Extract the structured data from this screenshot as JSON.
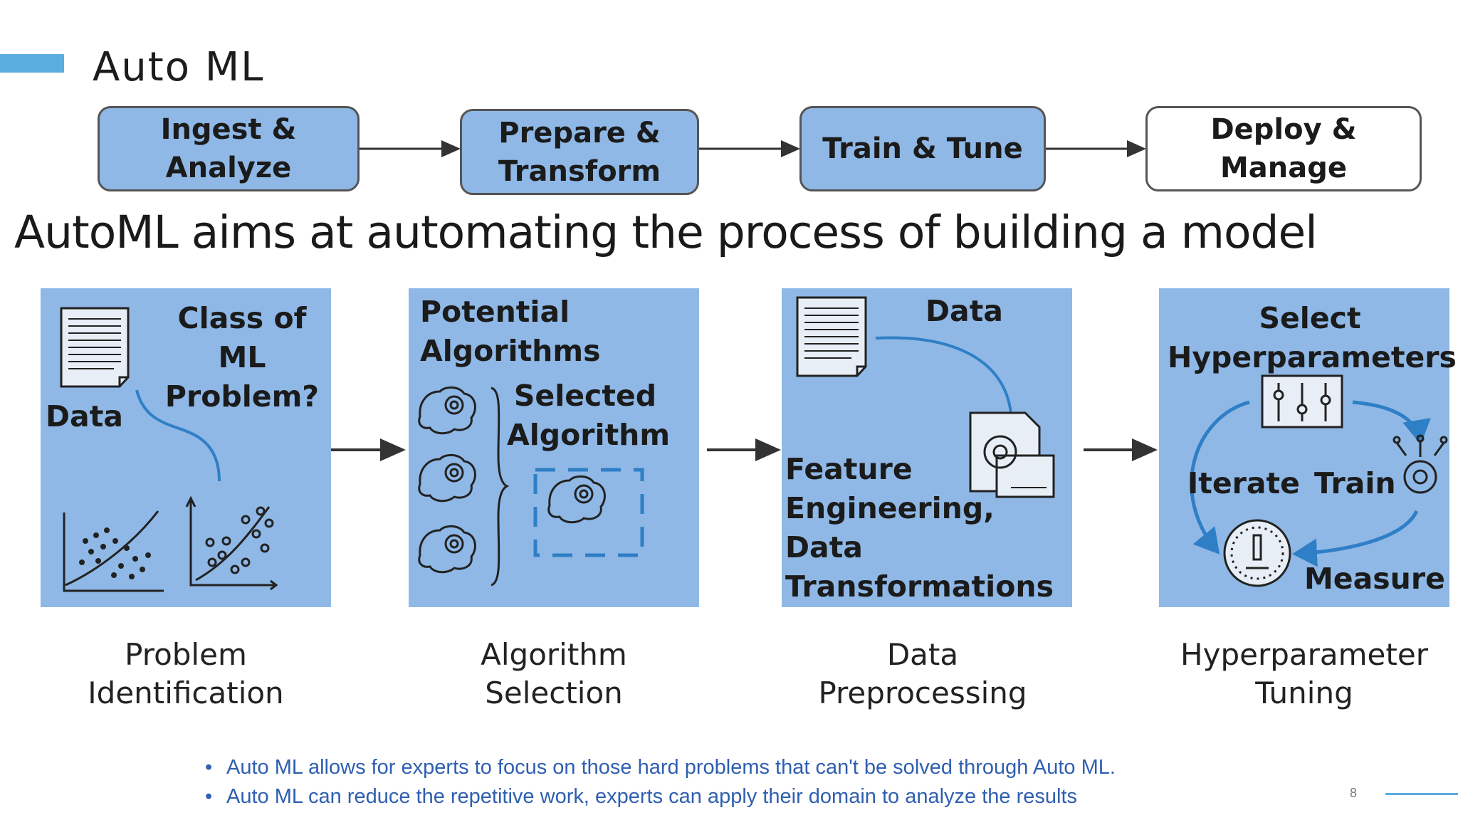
{
  "slide": {
    "title": "Auto ML",
    "page_number": "8",
    "accent_color": "#5aaee0",
    "box_color": "#8fb8e6"
  },
  "pipeline": [
    {
      "label": "Ingest &\nAnalyze"
    },
    {
      "label": "Prepare &\nTransform"
    },
    {
      "label": "Train & Tune"
    },
    {
      "label": "Deploy &\nManage"
    }
  ],
  "subtitle": "AutoML aims at automating the process of building a model",
  "panels": {
    "problem": {
      "data": "Data",
      "class": "Class of\nML\nProblem?",
      "caption": "Problem\nIdentification"
    },
    "algorithm": {
      "potential": "Potential\nAlgorithms",
      "selected": "Selected\nAlgorithm",
      "caption": "Algorithm\nSelection"
    },
    "preprocessing": {
      "data": "Data",
      "feature": "Feature\nEngineering,\nData\nTransformations",
      "caption": "Data\nPreprocessing"
    },
    "tuning": {
      "select": "Select\nHyperparameters",
      "iterate": "Iterate",
      "train": "Train",
      "measure": "Measure",
      "caption": "Hyperparameter\nTuning"
    }
  },
  "bullets": [
    "Auto ML allows for experts to focus on those hard problems that can't be solved through Auto ML.",
    "Auto ML can reduce the repetitive work,  experts can apply their domain to analyze the results"
  ],
  "icons": [
    "document-icon",
    "scatter-plot-icon",
    "brain-gear-icon",
    "sliders-icon",
    "gauge-icon",
    "neural-net-icon"
  ]
}
